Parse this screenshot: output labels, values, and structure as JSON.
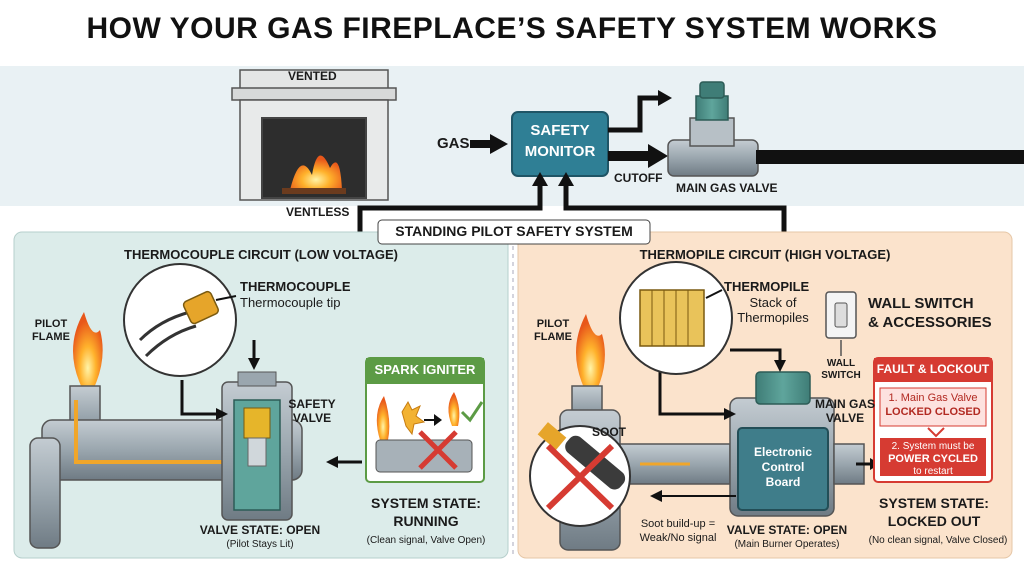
{
  "title": "HOW YOUR GAS FIREPLACE’S SAFETY SYSTEM WORKS",
  "top": {
    "vented": "VENTED",
    "ventless": "VENTLESS",
    "gas": "GAS",
    "safety_monitor": [
      "SAFETY",
      "MONITOR"
    ],
    "cutoff": "CUTOFF",
    "main_gas_valve": "MAIN GAS VALVE",
    "standing_pilot": "STANDING PILOT SAFETY SYSTEM"
  },
  "left_panel": {
    "heading": "THERMOCOUPLE CIRCUIT (LOW VOLTAGE)",
    "pilot_flame": [
      "PILOT",
      "FLAME"
    ],
    "thermocouple": "THERMOCOUPLE",
    "thermocouple_tip": "Thermocouple tip",
    "safety_valve": [
      "SAFETY",
      "VALVE"
    ],
    "spark_igniter": "SPARK IGNITER",
    "valve_state": "VALVE STATE: OPEN",
    "valve_state_sub": "(Pilot Stays Lit)",
    "system_state": [
      "SYSTEM STATE:",
      "RUNNING"
    ],
    "system_state_sub": "(Clean signal, Valve Open)"
  },
  "right_panel": {
    "heading": "THERMOPILE CIRCUIT (HIGH VOLTAGE)",
    "pilot_flame": [
      "PILOT",
      "FLAME"
    ],
    "thermopile": "THERMOPILE",
    "thermopile_sub": [
      "Stack of",
      "Thermopiles"
    ],
    "wall_switch": [
      "WALL SWITCH",
      "& ACCESSORIES"
    ],
    "wall_switch_small": [
      "WALL",
      "SWITCH"
    ],
    "main_gas_valve": [
      "MAIN GAS",
      "VALVE"
    ],
    "soot": "SOOT",
    "control_board": [
      "Electronic",
      "Control",
      "Board"
    ],
    "fault_title": "FAULT & LOCKOUT",
    "fault_1": [
      "1. Main Gas Valve",
      "LOCKED CLOSED"
    ],
    "fault_2": [
      "2. System must be",
      "POWER CYCLED",
      "to restart"
    ],
    "soot_note": [
      "Soot build-up =",
      "Weak/No signal"
    ],
    "valve_state": "VALVE STATE: OPEN",
    "valve_state_sub": "(Main Burner Operates)",
    "system_state": [
      "SYSTEM STATE:",
      "LOCKED OUT"
    ],
    "system_state_sub": "(No clean signal, Valve Closed)"
  },
  "colors": {
    "teal_box": "#2f7f95",
    "left_bg": "#dcecea",
    "right_bg": "#fbe3cc",
    "valve_green": "#4d8f88",
    "flame": "#f08a1c",
    "fault_red": "#d63b32",
    "spark_green": "#5c9b45"
  }
}
